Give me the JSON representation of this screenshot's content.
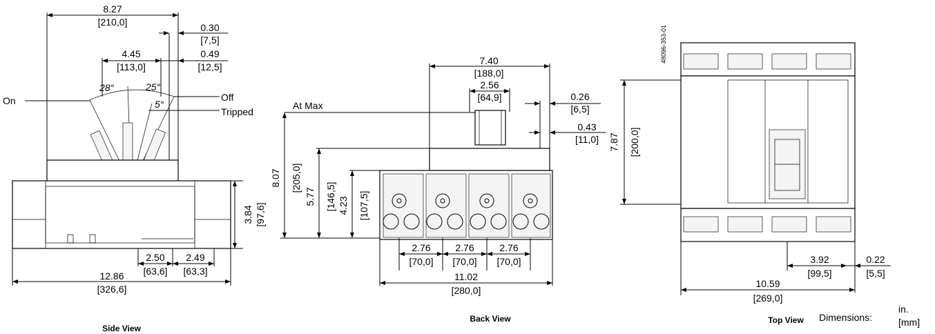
{
  "figure_id": "48096-353-01",
  "side_view": {
    "caption": "Side View",
    "labels": {
      "on": "On",
      "off": "Off",
      "tripped": "Tripped"
    },
    "angles": {
      "on": "28°",
      "off": "25°",
      "tripped": "5°"
    },
    "dims": {
      "overall_width": {
        "in": "8.27",
        "mm": "[210,0]"
      },
      "handle_width": {
        "in": "4.45",
        "mm": "[113,0]"
      },
      "offset_a": {
        "in": "0.30",
        "mm": "[7,5]"
      },
      "offset_b": {
        "in": "0.49",
        "mm": "[12,5]"
      },
      "base_depth": {
        "in": "12.86",
        "mm": "[326,6]"
      },
      "mount_a": {
        "in": "2.50",
        "mm": "[63,6]"
      },
      "mount_b": {
        "in": "2.49",
        "mm": "[63,3]"
      },
      "height": {
        "in": "3.84",
        "mm": "[97,6]"
      }
    }
  },
  "back_view": {
    "caption": "Back View",
    "at_max_label": "At Max",
    "dims": {
      "top_width": {
        "in": "7.40",
        "mm": "[188,0]"
      },
      "handle_width": {
        "in": "2.56",
        "mm": "[64,9]"
      },
      "offset_a": {
        "in": "0.26",
        "mm": "[6,5]"
      },
      "offset_b": {
        "in": "0.43",
        "mm": "[11,0]"
      },
      "height_max": {
        "in": "8.07",
        "mm": "[205,0]"
      },
      "height_mid": {
        "in": "5.77",
        "mm": "[146,5]"
      },
      "height_low": {
        "in": "4.23",
        "mm": "[107,5]"
      },
      "pitch_1": {
        "in": "2.76",
        "mm": "[70,0]"
      },
      "pitch_2": {
        "in": "2.76",
        "mm": "[70,0]"
      },
      "pitch_3": {
        "in": "2.76",
        "mm": "[70,0]"
      },
      "overall_width": {
        "in": "11.02",
        "mm": "[280,0]"
      }
    }
  },
  "top_view": {
    "caption": "Top View",
    "dims": {
      "height": {
        "in": "7.87",
        "mm": "[200,0]"
      },
      "width": {
        "in": "10.59",
        "mm": "[269,0]"
      },
      "offset_a": {
        "in": "3.92",
        "mm": "[99,5]"
      },
      "offset_b": {
        "in": "0.22",
        "mm": "[5,5]"
      }
    }
  },
  "legend": {
    "label": "Dimensions:",
    "unit_in": "in.",
    "unit_mm": "[mm]"
  }
}
